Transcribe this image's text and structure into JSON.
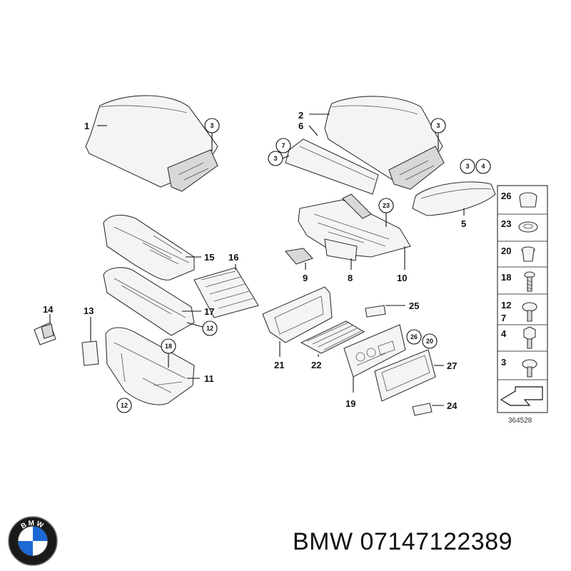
{
  "diagram": {
    "reference_number": "364528",
    "callouts": {
      "c1": "1",
      "c2": "2",
      "c6": "6",
      "c7": "7",
      "c3a": "3",
      "c3b": "3",
      "c3c": "3",
      "c3d": "3",
      "c4": "4",
      "c5": "5",
      "c8": "8",
      "c9": "9",
      "c10": "10",
      "c11": "11",
      "c12a": "12",
      "c12b": "12",
      "c13": "13",
      "c14": "14",
      "c15": "15",
      "c16": "16",
      "c17": "17",
      "c18": "18",
      "c19": "19",
      "c20": "20",
      "c21": "21",
      "c22": "22",
      "c23": "23",
      "c24": "24",
      "c25": "25",
      "c26": "26",
      "c27": "27"
    },
    "fasteners_panel": [
      "26",
      "23",
      "20",
      "18",
      "12",
      "7",
      "4",
      "3"
    ]
  },
  "footer": {
    "text": "BMW 07147122389",
    "logo_letters": "BMW"
  },
  "colors": {
    "line": "#111111",
    "part_fill": "#f4f4f4",
    "logo_blue": "#1c69d4"
  }
}
